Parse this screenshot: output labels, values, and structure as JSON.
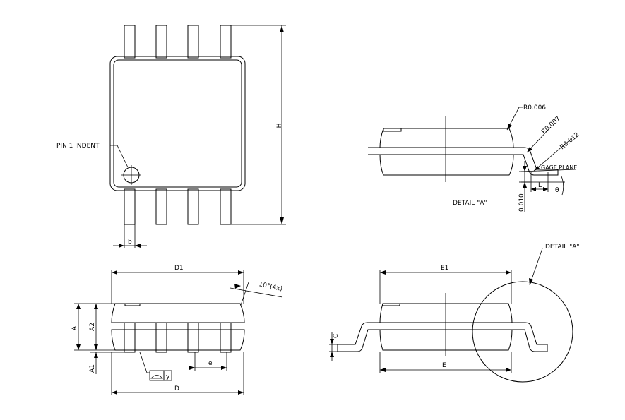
{
  "labels": {
    "H": "H",
    "b": "b",
    "pin1": "PIN 1 INDENT",
    "r006": "R0.006",
    "r007": "R0.007",
    "r012": "R0.012",
    "gage": "GAGE PLANE",
    "L": "L",
    "theta": "θ",
    "d010": "0.010",
    "detailA": "DETAIL \"A\"",
    "detailA2": "DETAIL \"A\"",
    "D1": "D1",
    "angle": "10°(4x)",
    "A": "A",
    "A2": "A2",
    "A1": "A1",
    "y": "y",
    "e": "e",
    "D": "D",
    "E1": "E1",
    "E": "E",
    "C": "C"
  }
}
